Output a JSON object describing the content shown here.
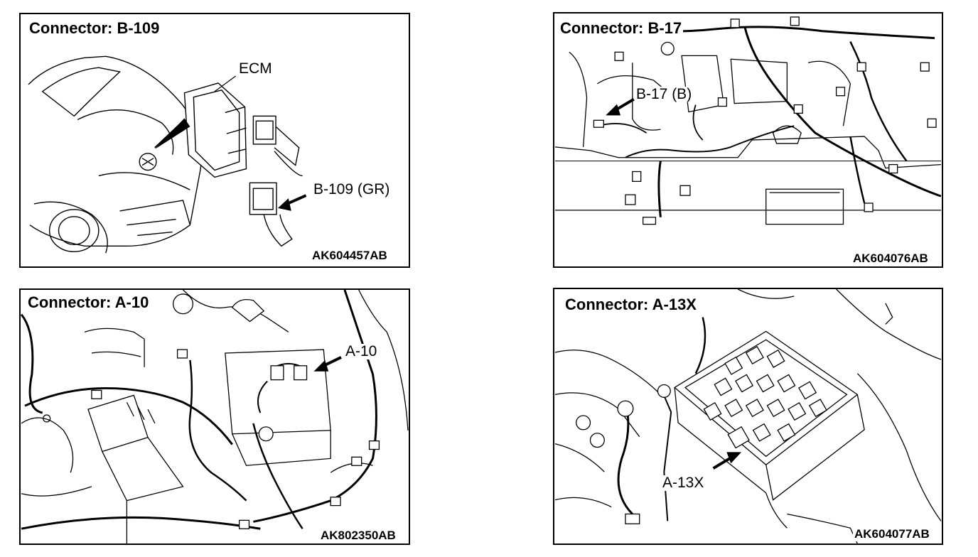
{
  "panels": {
    "b109": {
      "title": "Connector: B-109",
      "callout_ecm": "ECM",
      "callout_connector": "B-109 (GR)",
      "figure_code": "AK604457AB"
    },
    "b17": {
      "title": "Connector: B-17",
      "callout_connector": "B-17 (B)",
      "figure_code": "AK604076AB"
    },
    "a10": {
      "title": "Connector: A-10",
      "callout_connector": "A-10",
      "figure_code": "AK802350AB"
    },
    "a13x": {
      "title": "Connector: A-13X",
      "callout_connector": "A-13X",
      "figure_code": "AK604077AB"
    }
  },
  "colors": {
    "line": "#000000",
    "background": "#ffffff",
    "fill_light": "#e8e8e8"
  }
}
